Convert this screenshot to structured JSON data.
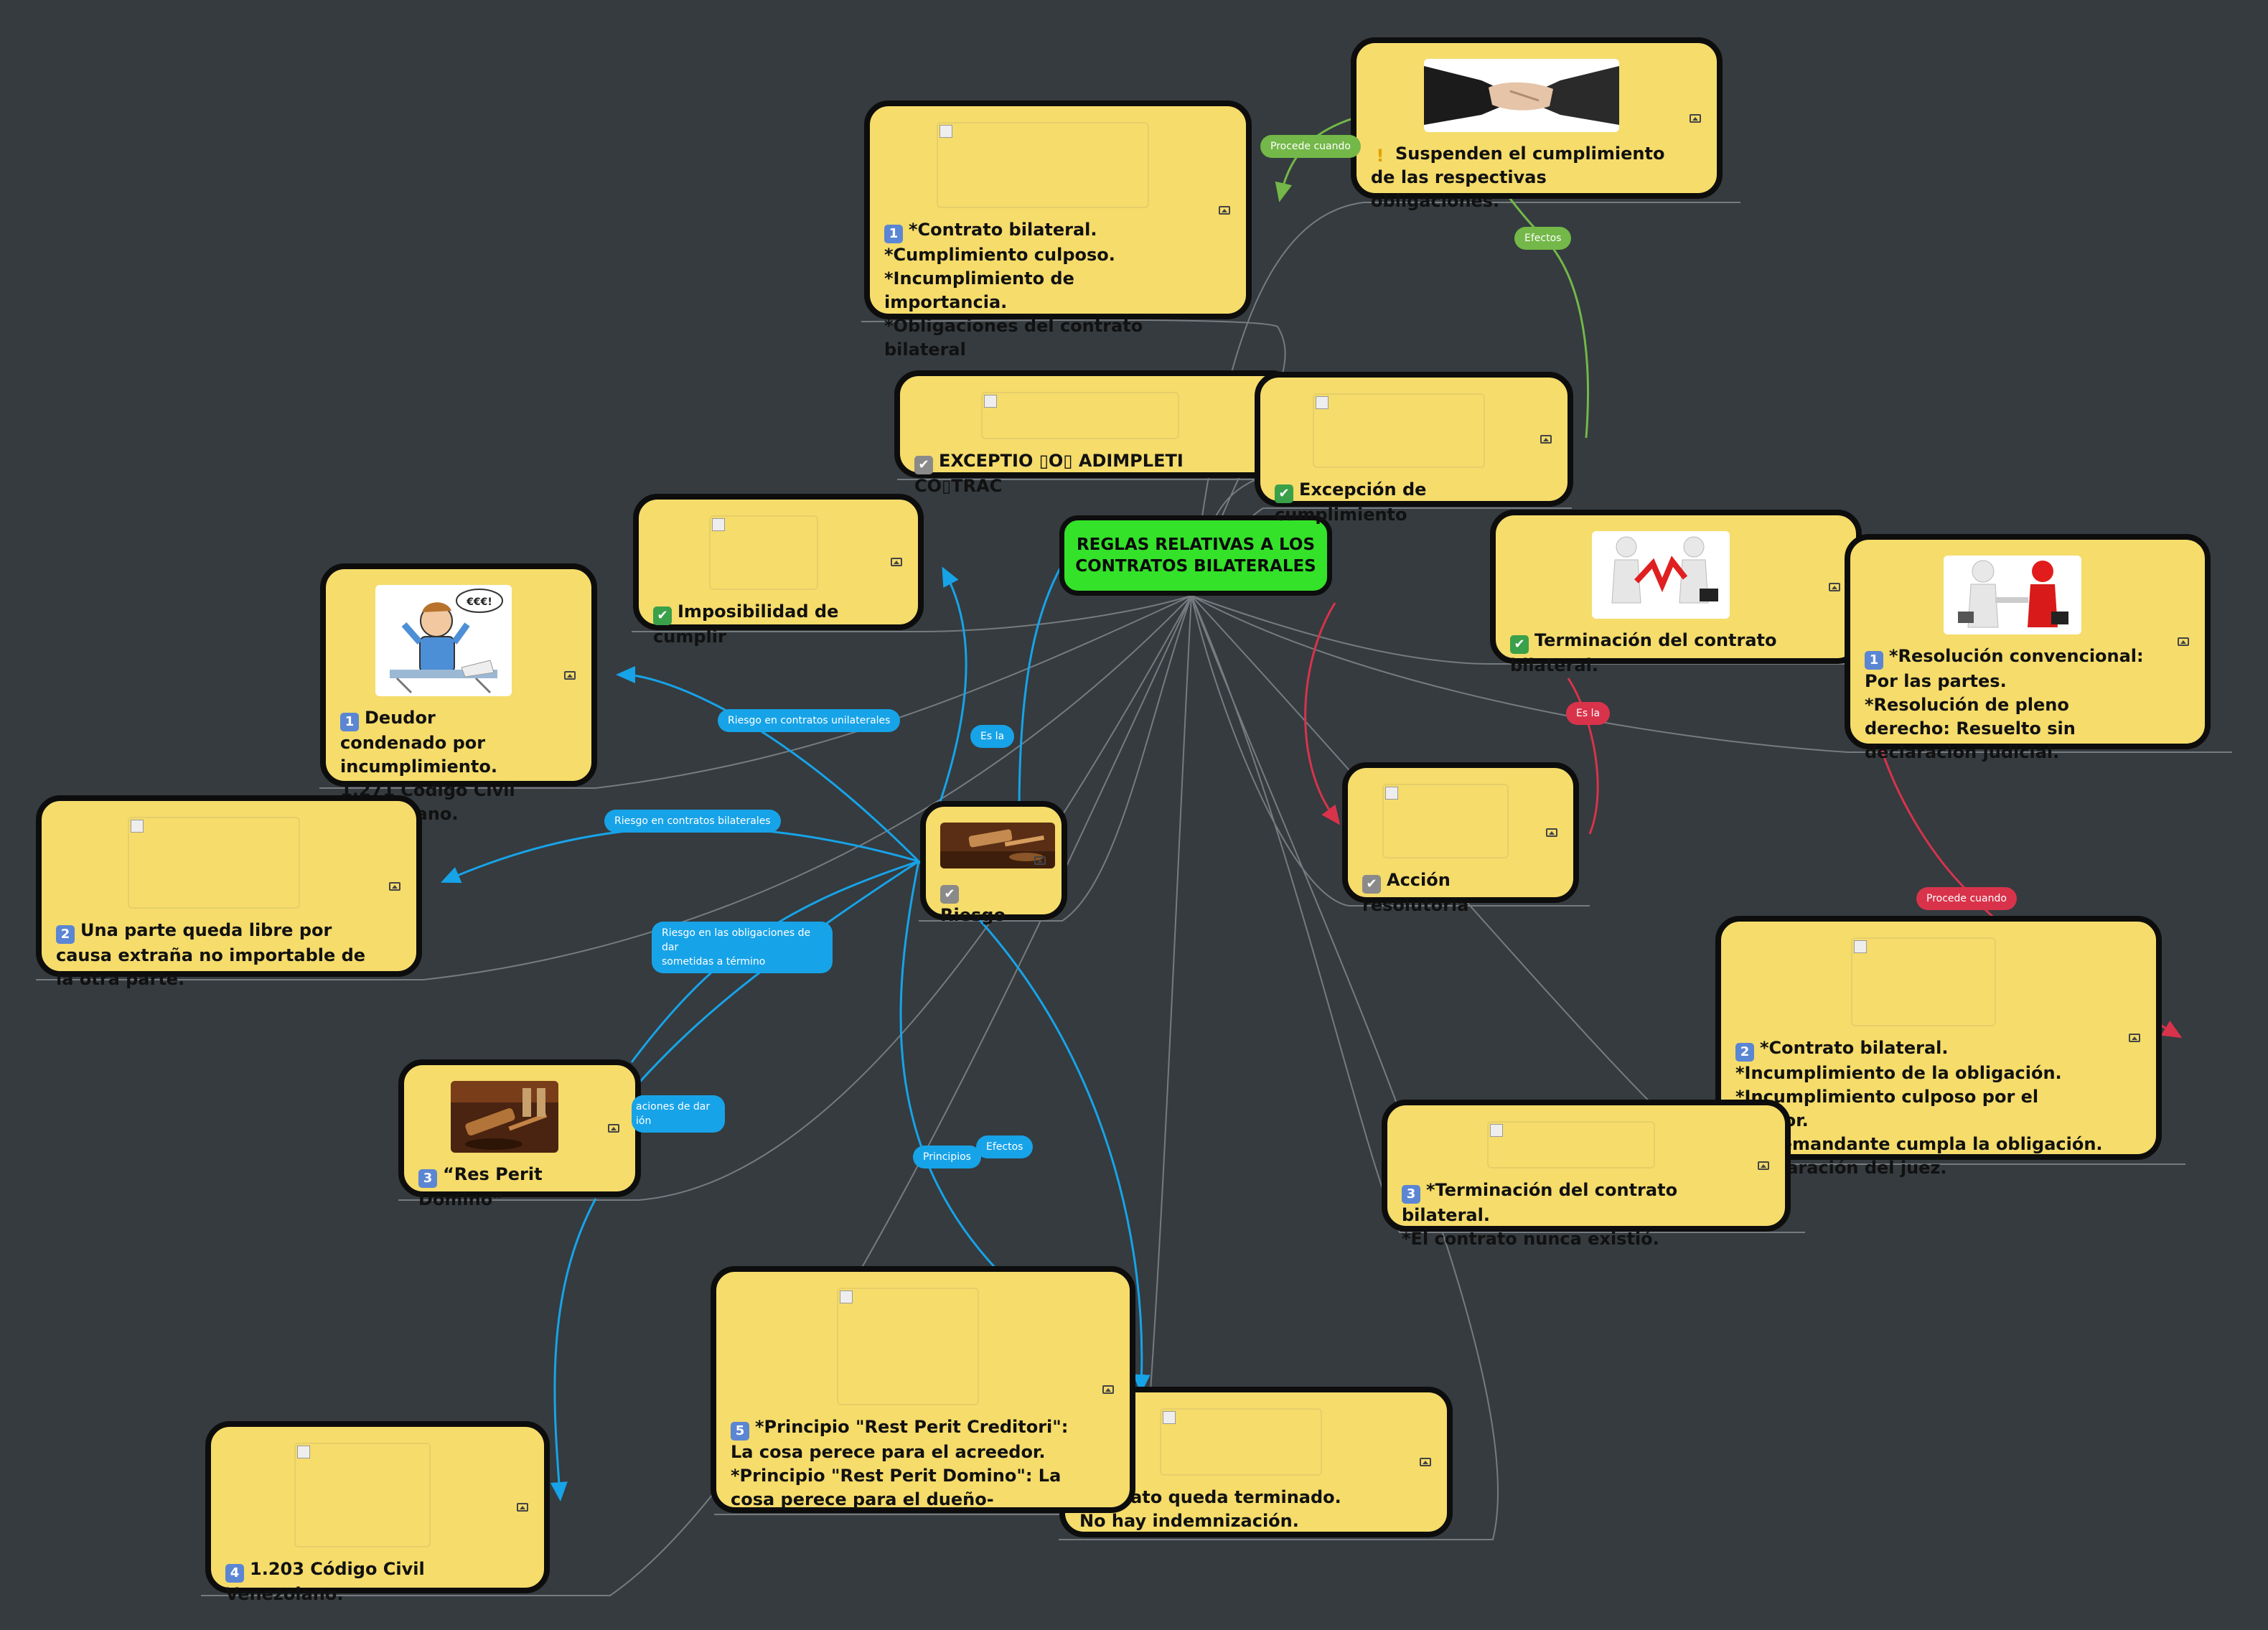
{
  "central": {
    "text": "REGLAS RELATIVAS A LOS\nCONTRATOS  BILATERALES"
  },
  "nodes": {
    "contrato_bilateral_1": {
      "text": "*Contrato bilateral.\n*Cumplimiento culposo.\n*Incumplimiento de importancia.\n *Obligaciones del contrato bilateral",
      "emoji": "1"
    },
    "suspenden": {
      "text": "Suspenden el cumplimiento de las respectivas obligaciones.",
      "emoji": "!"
    },
    "exceptio": {
      "text": "EXCEPTIO ▯O▯ ADIMPLETI CO▯TRAC",
      "emoji": "✔"
    },
    "excepcion": {
      "text": "Excepción de cumplimiento",
      "emoji": "✔"
    },
    "imposibilidad": {
      "text": "Imposibilidad de cumplir",
      "emoji": "✔"
    },
    "deudor": {
      "text": "Deudor condenado por incumplimiento. 1.271 Código Civil Venezolano.",
      "emoji": "1"
    },
    "terminacion": {
      "text": "Terminación del contrato bilateral.",
      "emoji": "✔"
    },
    "resolucion": {
      "text": "*Resolución convencional: Por las partes.\n*Resolución de pleno derecho: Resuelto sin declaración judicial.",
      "emoji": "1"
    },
    "una_parte": {
      "text": "Una parte queda libre por causa extraña no importable de la otra parte.",
      "emoji": "2"
    },
    "riesgo": {
      "text": "Riesgo",
      "emoji": "✔"
    },
    "accion": {
      "text": "Acción resolutoria",
      "emoji": "✔"
    },
    "res_perit": {
      "text": "“Res Perit Domino”",
      "emoji": "3"
    },
    "contrato_bilateral_2": {
      "text": "*Contrato bilateral.\n*Incumplimiento de la obligación.\n*Incumplimiento culposo por el deudor.\n*El demandante cumpla la obligación.\n*Declaración del juez.",
      "emoji": "2"
    },
    "terminacion_3": {
      "text": "*Terminación del contrato bilateral.\n*El contrato nunca existió.",
      "emoji": "3"
    },
    "principio": {
      "text": "*Principio \"Rest Perit Creditori\": La cosa perece para el acreedor.\n*Principio \"Rest Perit Domino\": La cosa perece para el dueño-",
      "emoji": "5"
    },
    "contrato_terminado": {
      "text": "contrato queda terminado.\nNo hay indemnización."
    },
    "codigo_1203": {
      "text": "1.203 Código Civil Venezolano.",
      "emoji": "4"
    }
  },
  "labels": {
    "procede_cuando_1": "Procede cuando",
    "efectos_1": "Efectos",
    "es_la_1": "Es la",
    "riesgo_unilaterales": "Riesgo en contratos unilaterales",
    "riesgo_bilaterales": "Riesgo en contratos bilaterales",
    "riesgo_termino": "Riesgo en las obligaciones de dar\nsometidas a término",
    "riesgo_cond": "aciones de dar\nión",
    "es_la_2": "Es la",
    "procede_cuando_2": "Procede cuando",
    "principios": "Principios",
    "efectos_2": "Efectos"
  },
  "colors": {
    "background": "#353b3f",
    "node_fill": "#f5dc6b",
    "central_fill": "#34e22a",
    "link_blue": "#17a3e8",
    "link_green": "#73b848",
    "link_red": "#d8334b",
    "link_gray": "#8c9196"
  }
}
